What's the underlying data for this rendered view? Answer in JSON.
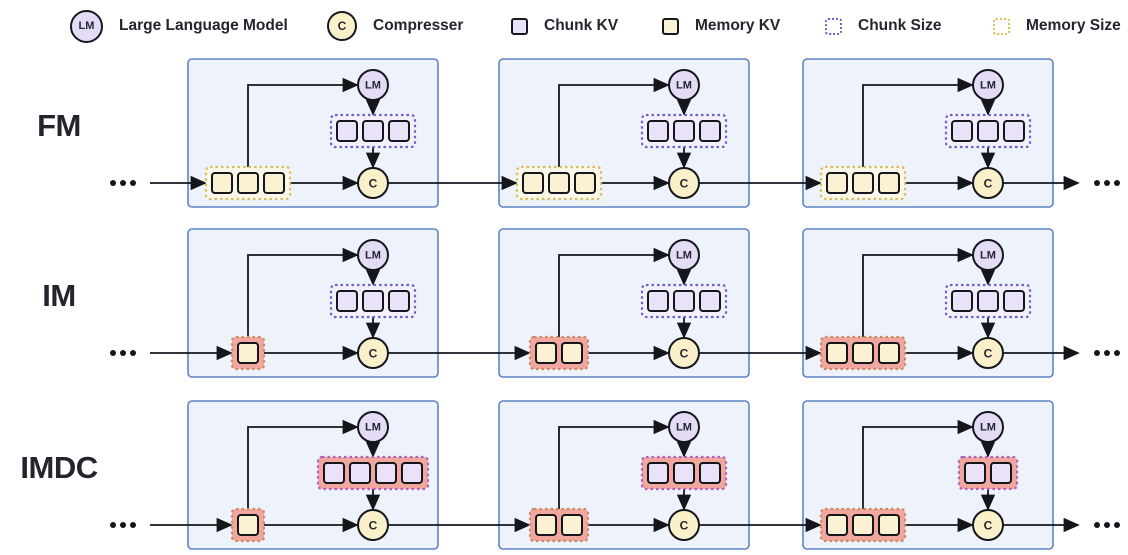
{
  "legend": {
    "items": [
      {
        "id": "lm",
        "label": "Large Language Model"
      },
      {
        "id": "compresser",
        "label": "Compresser"
      },
      {
        "id": "chunk-kv",
        "label": "Chunk KV"
      },
      {
        "id": "memory-kv",
        "label": "Memory KV"
      },
      {
        "id": "chunk-size",
        "label": "Chunk Size"
      },
      {
        "id": "memory-size",
        "label": "Memory Size"
      }
    ]
  },
  "nodes": {
    "lm_label": "LM",
    "compresser_label": "C"
  },
  "rows": [
    {
      "label": "FM",
      "panels": [
        {
          "memory_kv": 3,
          "chunk_kv": 3,
          "memory_highlight": false,
          "chunk_highlight": false
        },
        {
          "memory_kv": 3,
          "chunk_kv": 3,
          "memory_highlight": false,
          "chunk_highlight": false
        },
        {
          "memory_kv": 3,
          "chunk_kv": 3,
          "memory_highlight": false,
          "chunk_highlight": false
        }
      ]
    },
    {
      "label": "IM",
      "panels": [
        {
          "memory_kv": 1,
          "chunk_kv": 3,
          "memory_highlight": true,
          "chunk_highlight": false
        },
        {
          "memory_kv": 2,
          "chunk_kv": 3,
          "memory_highlight": true,
          "chunk_highlight": false
        },
        {
          "memory_kv": 3,
          "chunk_kv": 3,
          "memory_highlight": true,
          "chunk_highlight": false
        }
      ]
    },
    {
      "label": "IMDC",
      "panels": [
        {
          "memory_kv": 1,
          "chunk_kv": 4,
          "memory_highlight": true,
          "chunk_highlight": true
        },
        {
          "memory_kv": 2,
          "chunk_kv": 3,
          "memory_highlight": true,
          "chunk_highlight": true
        },
        {
          "memory_kv": 3,
          "chunk_kv": 2,
          "memory_highlight": true,
          "chunk_highlight": true
        }
      ]
    }
  ],
  "colors": {
    "panel_fill": "#EDF2FB",
    "panel_border": "#5C85C7",
    "lm_fill": "#E4DCF6",
    "compresser_fill": "#FAF1CA",
    "chunk_kv_fill": "#E9E2F8",
    "memory_kv_fill": "#FAF2D2",
    "chunk_size_dash": "#6F61C5",
    "memory_size_dash": "#D9BE5B",
    "memory_group_fill": "#FCF8E9",
    "chunk_group_fill": "#F3F0FB",
    "highlight_fill": "#F2A79E",
    "memory_highlight_dash": "#CC8A62",
    "chunk_highlight_dash": "#AE5FBF",
    "line": "#14161C",
    "text": "#23262E"
  }
}
